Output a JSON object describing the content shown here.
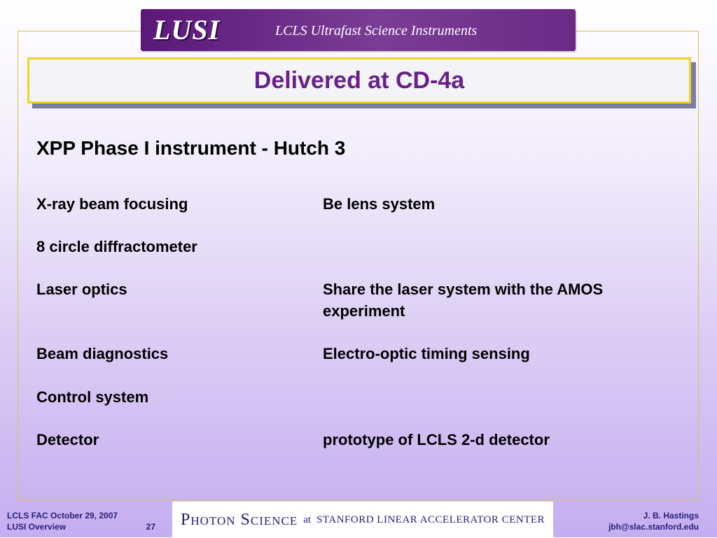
{
  "banner": {
    "logo": "LUSI",
    "subtitle": "LCLS Ultrafast Science Instruments"
  },
  "slide": {
    "title": "Delivered at CD-4a",
    "heading": "XPP Phase I instrument - Hutch 3",
    "rows": [
      {
        "label": "X-ray beam focusing",
        "desc": "Be lens system"
      },
      {
        "label": "8 circle diffractometer",
        "desc": ""
      },
      {
        "label": "Laser optics",
        "desc": "Share the laser system with the AMOS experiment"
      },
      {
        "label": "Beam diagnostics",
        "desc": "Electro-optic timing sensing"
      },
      {
        "label": "Control system",
        "desc": ""
      },
      {
        "label": "Detector",
        "desc": "prototype of LCLS 2-d detector"
      }
    ]
  },
  "footer": {
    "event": "LCLS FAC October 29, 2007",
    "section": "LUSI Overview",
    "page_number": "27",
    "photon": "Photon Science",
    "at": "at",
    "center": "STANFORD LINEAR ACCELERATOR CENTER",
    "author": "J. B. Hastings",
    "email": "jbh@slac.stanford.edu"
  }
}
